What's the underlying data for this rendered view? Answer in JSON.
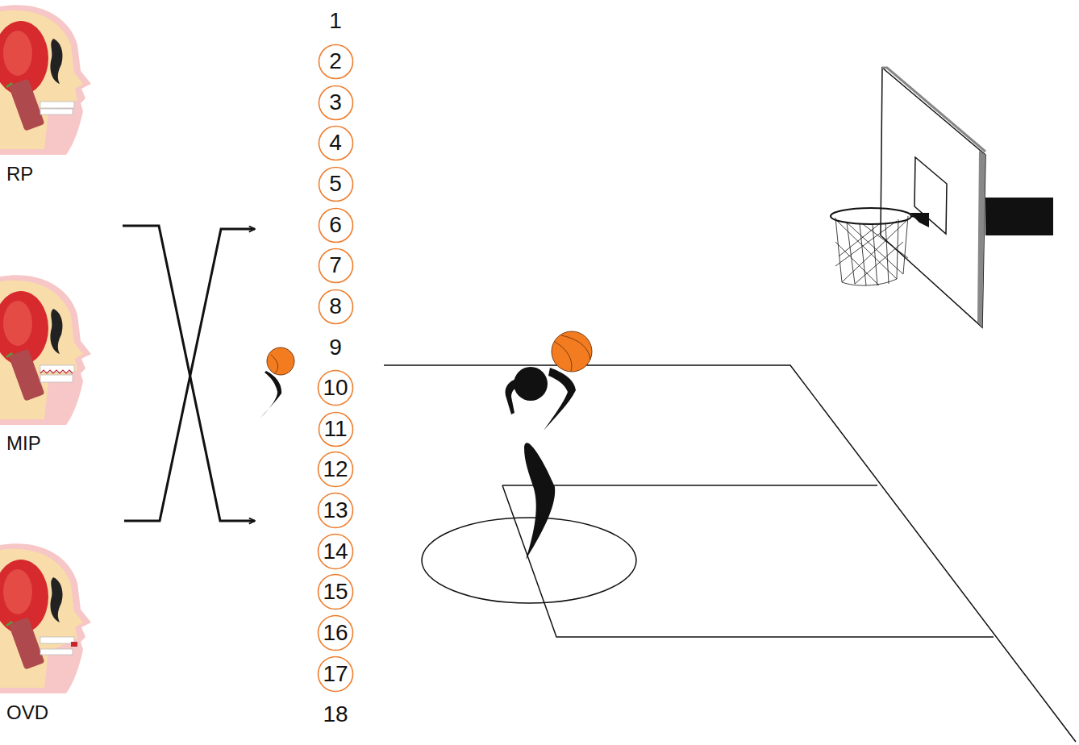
{
  "diagram": {
    "nodes": [
      {
        "text": [
          "2"
        ]
      },
      {
        "text": [
          "3"
        ]
      },
      {
        "text": [
          "4"
        ]
      },
      {
        "text": [
          "5"
        ]
      },
      {
        "text": [
          "6"
        ]
      },
      {
        "text": [
          "7"
        ]
      },
      {
        "text": [
          "8"
        ]
      },
      {
        "text": [
          "10"
        ]
      },
      {
        "text": [
          "11"
        ]
      },
      {
        "text": [
          "12"
        ]
      },
      {
        "text": [
          "13"
        ]
      },
      {
        "text": [
          "14"
        ]
      },
      {
        "text": [
          "15"
        ]
      },
      {
        "text": [
          "16"
        ]
      },
      {
        "text": [
          "17"
        ]
      }
    ],
    "labels": [
      "1",
      "9",
      "18",
      "RP",
      "MIP",
      "OVD"
    ]
  }
}
